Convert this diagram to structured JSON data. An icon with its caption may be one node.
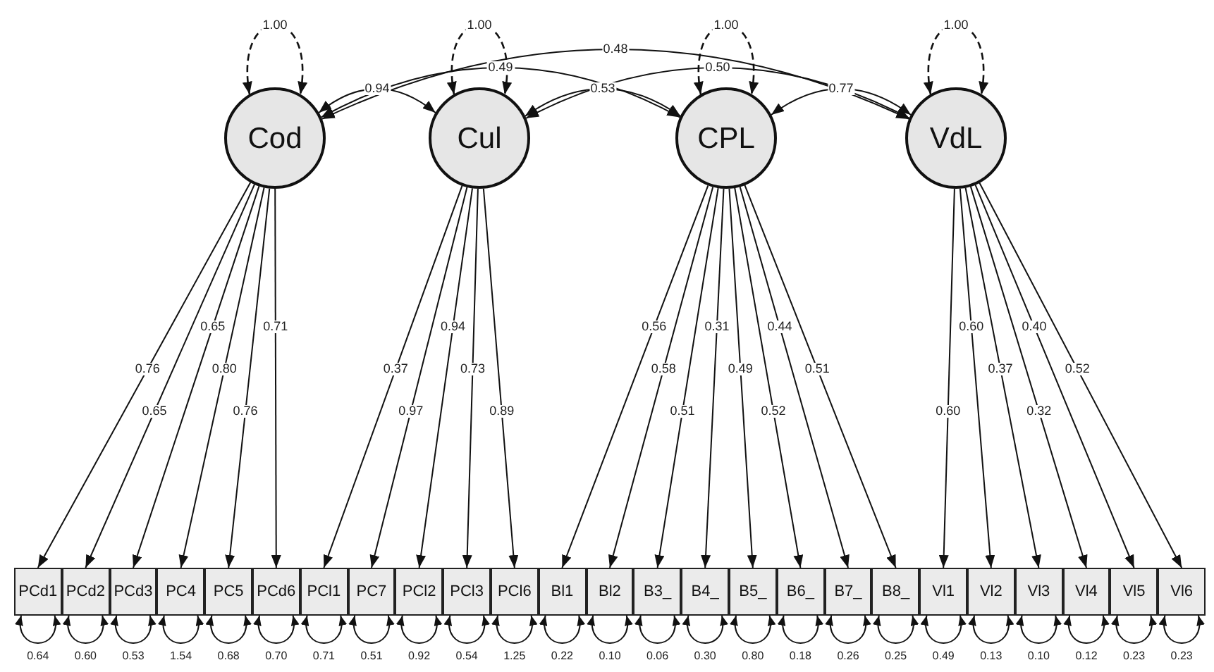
{
  "diagram": {
    "nodes": [
      {
        "text": [
          "Cod"
        ]
      },
      {
        "text": [
          "Cul"
        ]
      },
      {
        "text": [
          "CPL"
        ]
      },
      {
        "text": [
          "VdL"
        ]
      },
      {
        "text": [
          "PCd1"
        ]
      },
      {
        "text": [
          "PCd2"
        ]
      },
      {
        "text": [
          "PCd3"
        ]
      },
      {
        "text": [
          "PC4"
        ]
      },
      {
        "text": [
          "PC5"
        ]
      },
      {
        "text": [
          "PCd6"
        ]
      },
      {
        "text": [
          "PCl1"
        ]
      },
      {
        "text": [
          "PC7"
        ]
      },
      {
        "text": [
          "PCl2"
        ]
      },
      {
        "text": [
          "PCl3"
        ]
      },
      {
        "text": [
          "PCl6"
        ]
      },
      {
        "text": [
          "Bl1"
        ]
      },
      {
        "text": [
          "Bl2"
        ]
      },
      {
        "text": [
          "B3_"
        ]
      },
      {
        "text": [
          "B4_"
        ]
      },
      {
        "text": [
          "B5_"
        ]
      },
      {
        "text": [
          "B6_"
        ]
      },
      {
        "text": [
          "B7_"
        ]
      },
      {
        "text": [
          "B8_"
        ]
      },
      {
        "text": [
          "Vl1"
        ]
      },
      {
        "text": [
          "Vl2"
        ]
      },
      {
        "text": [
          "Vl3"
        ]
      },
      {
        "text": [
          "Vl4"
        ]
      },
      {
        "text": [
          "Vl5"
        ]
      },
      {
        "text": [
          "Vl6"
        ]
      }
    ],
    "edges": [
      {
        "from": 0,
        "to": 0,
        "arrow": "both",
        "label": "1.00",
        "style": "dashed"
      },
      {
        "from": 1,
        "to": 1,
        "arrow": "both",
        "label": "1.00",
        "style": "dashed"
      },
      {
        "from": 2,
        "to": 2,
        "arrow": "both",
        "label": "1.00",
        "style": "dashed"
      },
      {
        "from": 3,
        "to": 3,
        "arrow": "both",
        "label": "1.00",
        "style": "dashed"
      },
      {
        "from": 0,
        "to": 1,
        "arrow": "both",
        "label": "0.94"
      },
      {
        "from": 0,
        "to": 2,
        "arrow": "both",
        "label": "0.49"
      },
      {
        "from": 0,
        "to": 3,
        "arrow": "both",
        "label": "0.48"
      },
      {
        "from": 1,
        "to": 2,
        "arrow": "both",
        "label": "0.53"
      },
      {
        "from": 1,
        "to": 3,
        "arrow": "both",
        "label": "0.50"
      },
      {
        "from": 2,
        "to": 3,
        "arrow": "both",
        "label": "0.77"
      },
      {
        "from": 0,
        "to": 4,
        "arrow": "to",
        "label": "0.76"
      },
      {
        "from": 0,
        "to": 5,
        "arrow": "to",
        "label": "0.65"
      },
      {
        "from": 0,
        "to": 6,
        "arrow": "to",
        "label": "0.65"
      },
      {
        "from": 0,
        "to": 7,
        "arrow": "to",
        "label": "0.80"
      },
      {
        "from": 0,
        "to": 8,
        "arrow": "to",
        "label": "0.76"
      },
      {
        "from": 0,
        "to": 9,
        "arrow": "to",
        "label": "0.71"
      },
      {
        "from": 1,
        "to": 10,
        "arrow": "to",
        "label": "0.37"
      },
      {
        "from": 1,
        "to": 11,
        "arrow": "to",
        "label": "0.97"
      },
      {
        "from": 1,
        "to": 12,
        "arrow": "to",
        "label": "0.94"
      },
      {
        "from": 1,
        "to": 13,
        "arrow": "to",
        "label": "0.73"
      },
      {
        "from": 1,
        "to": 14,
        "arrow": "to",
        "label": "0.89"
      },
      {
        "from": 2,
        "to": 15,
        "arrow": "to",
        "label": "0.56"
      },
      {
        "from": 2,
        "to": 16,
        "arrow": "to",
        "label": "0.58"
      },
      {
        "from": 2,
        "to": 17,
        "arrow": "to",
        "label": "0.51"
      },
      {
        "from": 2,
        "to": 18,
        "arrow": "to",
        "label": "0.31"
      },
      {
        "from": 2,
        "to": 19,
        "arrow": "to",
        "label": "0.49"
      },
      {
        "from": 2,
        "to": 20,
        "arrow": "to",
        "label": "0.52"
      },
      {
        "from": 2,
        "to": 21,
        "arrow": "to",
        "label": "0.44"
      },
      {
        "from": 2,
        "to": 22,
        "arrow": "to",
        "label": "0.51"
      },
      {
        "from": 3,
        "to": 23,
        "arrow": "to",
        "label": "0.60"
      },
      {
        "from": 3,
        "to": 24,
        "arrow": "to",
        "label": "0.60"
      },
      {
        "from": 3,
        "to": 25,
        "arrow": "to",
        "label": "0.37"
      },
      {
        "from": 3,
        "to": 26,
        "arrow": "to",
        "label": "0.32"
      },
      {
        "from": 3,
        "to": 27,
        "arrow": "to",
        "label": "0.40"
      },
      {
        "from": 3,
        "to": 28,
        "arrow": "to",
        "label": "0.52"
      },
      {
        "from": 4,
        "to": 4,
        "arrow": "both",
        "label": "0.64"
      },
      {
        "from": 5,
        "to": 5,
        "arrow": "both",
        "label": "0.60"
      },
      {
        "from": 6,
        "to": 6,
        "arrow": "both",
        "label": "0.53"
      },
      {
        "from": 7,
        "to": 7,
        "arrow": "both",
        "label": "1.54"
      },
      {
        "from": 8,
        "to": 8,
        "arrow": "both",
        "label": "0.68"
      },
      {
        "from": 9,
        "to": 9,
        "arrow": "both",
        "label": "0.70"
      },
      {
        "from": 10,
        "to": 10,
        "arrow": "both",
        "label": "0.71"
      },
      {
        "from": 11,
        "to": 11,
        "arrow": "both",
        "label": "0.51"
      },
      {
        "from": 12,
        "to": 12,
        "arrow": "both",
        "label": "0.92"
      },
      {
        "from": 13,
        "to": 13,
        "arrow": "both",
        "label": "0.54"
      },
      {
        "from": 14,
        "to": 14,
        "arrow": "both",
        "label": "1.25"
      },
      {
        "from": 15,
        "to": 15,
        "arrow": "both",
        "label": "0.22"
      },
      {
        "from": 16,
        "to": 16,
        "arrow": "both",
        "label": "0.10"
      },
      {
        "from": 17,
        "to": 17,
        "arrow": "both",
        "label": "0.06"
      },
      {
        "from": 18,
        "to": 18,
        "arrow": "both",
        "label": "0.30"
      },
      {
        "from": 19,
        "to": 19,
        "arrow": "both",
        "label": "0.80"
      },
      {
        "from": 20,
        "to": 20,
        "arrow": "both",
        "label": "0.18"
      },
      {
        "from": 21,
        "to": 21,
        "arrow": "both",
        "label": "0.26"
      },
      {
        "from": 22,
        "to": 22,
        "arrow": "both",
        "label": "0.25"
      },
      {
        "from": 23,
        "to": 23,
        "arrow": "both",
        "label": "0.49"
      },
      {
        "from": 24,
        "to": 24,
        "arrow": "both",
        "label": "0.13"
      },
      {
        "from": 25,
        "to": 25,
        "arrow": "both",
        "label": "0.10"
      },
      {
        "from": 26,
        "to": 26,
        "arrow": "both",
        "label": "0.12"
      },
      {
        "from": 27,
        "to": 27,
        "arrow": "both",
        "label": "0.23"
      },
      {
        "from": 28,
        "to": 28,
        "arrow": "both",
        "label": "0.23"
      }
    ]
  }
}
